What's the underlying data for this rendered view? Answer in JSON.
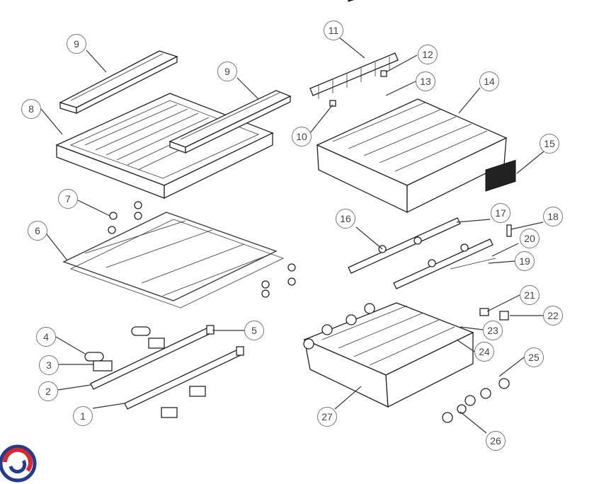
{
  "diagram": {
    "colors": {
      "line": "#222222",
      "callout_border": "#777777",
      "callout_text": "#444444",
      "logo_red": "#d8262e",
      "logo_blue": "#243a8c"
    },
    "callouts": [
      {
        "id": "c1",
        "label": "1"
      },
      {
        "id": "c2",
        "label": "2"
      },
      {
        "id": "c3",
        "label": "3"
      },
      {
        "id": "c4",
        "label": "4"
      },
      {
        "id": "c5",
        "label": "5"
      },
      {
        "id": "c6",
        "label": "6"
      },
      {
        "id": "c7",
        "label": "7"
      },
      {
        "id": "c8",
        "label": "8"
      },
      {
        "id": "c9a",
        "label": "9"
      },
      {
        "id": "c9b",
        "label": "9"
      },
      {
        "id": "c10",
        "label": "10"
      },
      {
        "id": "c11",
        "label": "11"
      },
      {
        "id": "c12",
        "label": "12"
      },
      {
        "id": "c13",
        "label": "13"
      },
      {
        "id": "c14",
        "label": "14"
      },
      {
        "id": "c15",
        "label": "15"
      },
      {
        "id": "c16",
        "label": "16"
      },
      {
        "id": "c17",
        "label": "17"
      },
      {
        "id": "c18",
        "label": "18"
      },
      {
        "id": "c19",
        "label": "19"
      },
      {
        "id": "c20",
        "label": "20"
      },
      {
        "id": "c21",
        "label": "21"
      },
      {
        "id": "c22",
        "label": "22"
      },
      {
        "id": "c23",
        "label": "23"
      },
      {
        "id": "c24",
        "label": "24"
      },
      {
        "id": "c25",
        "label": "25"
      },
      {
        "id": "c26",
        "label": "26"
      },
      {
        "id": "c27",
        "label": "27"
      }
    ],
    "logo_icon": "brand-swirl-icon"
  }
}
